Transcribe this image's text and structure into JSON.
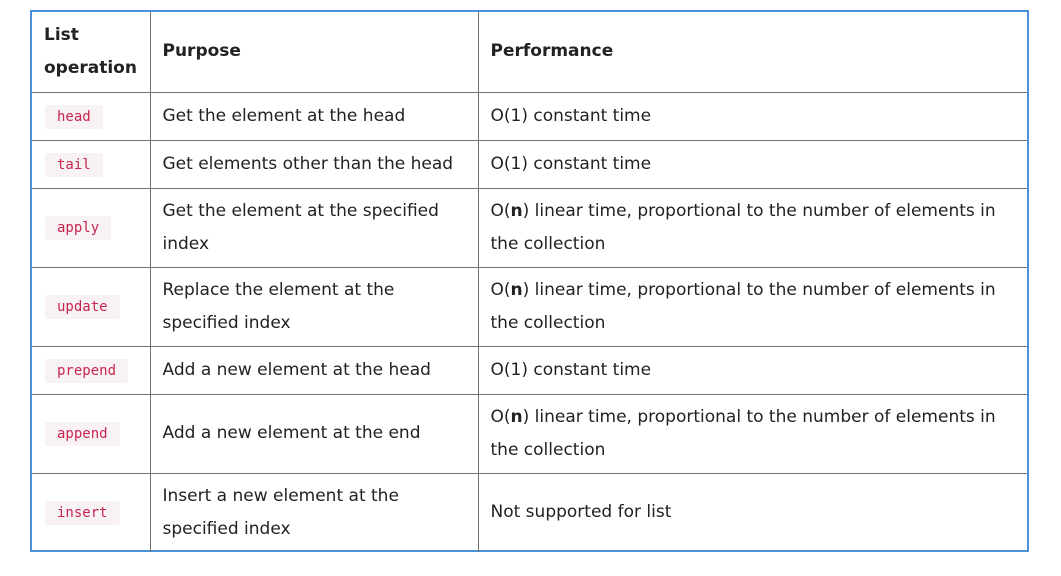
{
  "table": {
    "headers": [
      "List operation",
      "Purpose",
      "Performance"
    ],
    "rows": [
      {
        "op": "head",
        "purpose": "Get the element at the head",
        "performance": "O(1) constant time"
      },
      {
        "op": "tail",
        "purpose": "Get elements other than the head",
        "performance": "O(1) constant time"
      },
      {
        "op": "apply",
        "purpose": "Get the element at the specified index",
        "performance_pre": "O(",
        "performance_bold": "n",
        "performance_post": ") linear time, proportional to the number of elements in the collection"
      },
      {
        "op": "update",
        "purpose": "Replace the element at the specified index",
        "performance_pre": "O(",
        "performance_bold": "n",
        "performance_post": ") linear time, proportional to the number of elements in the collection"
      },
      {
        "op": "prepend",
        "purpose": "Add a new element at the head",
        "performance": "O(1) constant time"
      },
      {
        "op": "append",
        "purpose": "Add a new element at the end",
        "performance_pre": "O(",
        "performance_bold": "n",
        "performance_post": ") linear time, proportional to the number of elements in the collection"
      },
      {
        "op": "insert",
        "purpose": "Insert a new element at the specified index",
        "performance": "Not supported for list"
      }
    ]
  },
  "colors": {
    "border_accent": "#4a90d9",
    "code_text": "#c7254e",
    "code_bg": "#f9f2f4"
  }
}
